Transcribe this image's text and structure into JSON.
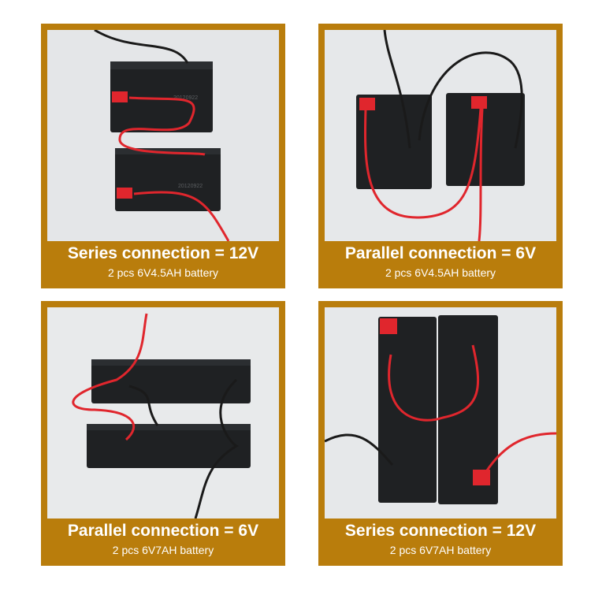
{
  "panels": [
    {
      "title": "Series connection = 12V",
      "subtitle": "2 pcs 6V4.5AH battery",
      "battery_labels": [
        "20120922",
        "20120922"
      ]
    },
    {
      "title": "Parallel connection = 6V",
      "subtitle": "2 pcs 6V4.5AH battery",
      "battery_labels": []
    },
    {
      "title": "Parallel connection = 6V",
      "subtitle": "2 pcs 6V7AH battery",
      "battery_labels": []
    },
    {
      "title": "Series connection = 12V",
      "subtitle": "2 pcs 6V7AH battery",
      "battery_labels": []
    }
  ],
  "colors": {
    "frame": "#b97d0c",
    "caption_text": "#ffffff",
    "wire_red": "#e0262d",
    "wire_black": "#1a1a1a",
    "terminal_red": "#e0262d",
    "battery_body": "#1f2123"
  }
}
